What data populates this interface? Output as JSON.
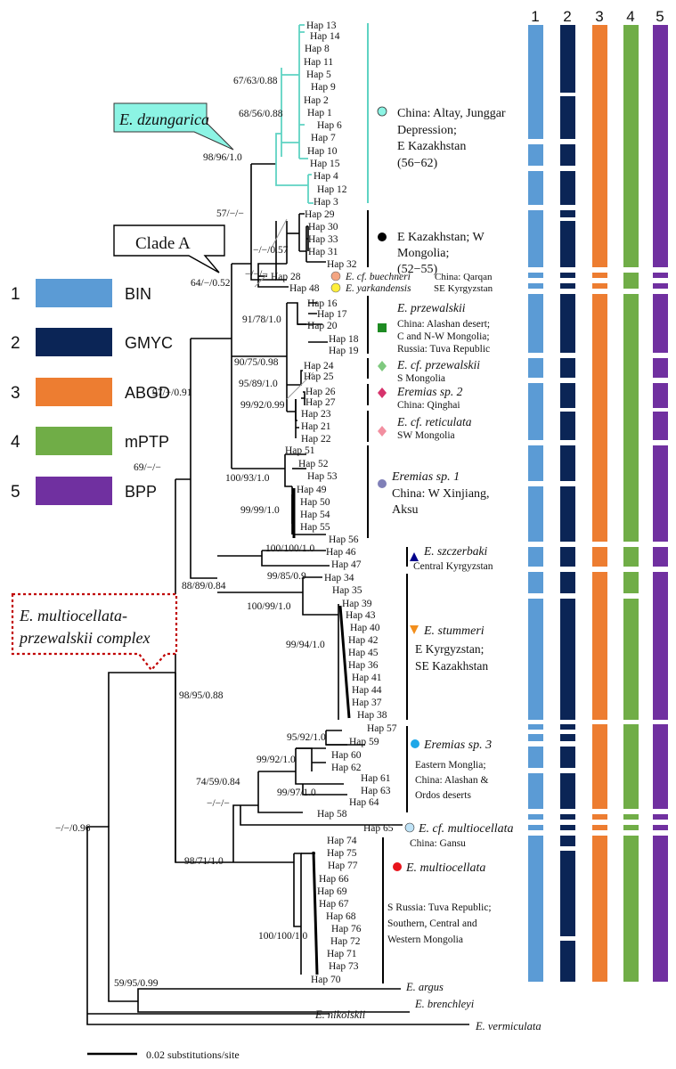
{
  "columns": [
    "1",
    "2",
    "3",
    "4",
    "5"
  ],
  "legend": [
    {
      "num": "1",
      "label": "BIN",
      "color": "#5b9bd5"
    },
    {
      "num": "2",
      "label": "GMYC",
      "color": "#0b2556"
    },
    {
      "num": "3",
      "label": "ABGD",
      "color": "#ed7d31"
    },
    {
      "num": "4",
      "label": "mPTP",
      "color": "#70ad47"
    },
    {
      "num": "5",
      "label": "BPP",
      "color": "#7030a0"
    }
  ],
  "callouts": {
    "dzungarica": "E. dzungarica",
    "cladeA": "Clade A",
    "complex1": "E. multiocellata-",
    "complex2": "przewalskii complex"
  },
  "supports": {
    "s1": "67/63/0.88",
    "s2": "68/56/0.88",
    "s3": "98/96/1.0",
    "s4": "57/−/−",
    "s5": "−/−/0.57",
    "s6": "64/−/0.52",
    "s7": "−/−/−",
    "s8": "91/78/1.0",
    "s9": "90/75/0.98",
    "s10": "95/89/1.0",
    "s11": "99/92/0.99",
    "s12": "97/−/0.91",
    "s13": "69/−/−",
    "s14": "100/93/1.0",
    "s15": "99/99/1.0",
    "s16": "100/100/1.0",
    "s17": "88/89/0.84",
    "s18": "99/85/0.9",
    "s19": "100/99/1.0",
    "s20": "99/94/1.0",
    "s21": "98/95/0.88",
    "s22": "95/92/1.0",
    "s23": "99/92/1.0",
    "s24": "74/59/0.84",
    "s25": "99/97/1.0",
    "s26": "−/−/−",
    "s27": "−/−/0.96",
    "s28": "98/71/1.0",
    "s29": "100/100/1.0",
    "s30": "59/95/0.99"
  },
  "haps": {
    "h13": "Hap 13",
    "h14": "Hap 14",
    "h8": "Hap 8",
    "h11": "Hap 11",
    "h5": "Hap 5",
    "h9": "Hap 9",
    "h2": "Hap 2",
    "h1": "Hap 1",
    "h6": "Hap 6",
    "h7": "Hap 7",
    "h10": "Hap 10",
    "h15": "Hap 15",
    "h4": "Hap 4",
    "h12": "Hap 12",
    "h3": "Hap 3",
    "h29": "Hap 29",
    "h30": "Hap 30",
    "h33": "Hap 33",
    "h31": "Hap 31",
    "h32": "Hap 32",
    "h28": "Hap 28",
    "h48": "Hap 48",
    "h16": "Hap 16",
    "h17": "Hap 17",
    "h20": "Hap 20",
    "h18": "Hap 18",
    "h19": "Hap 19",
    "h24": "Hap 24",
    "h25": "Hap 25",
    "h26": "Hap 26",
    "h27": "Hap 27",
    "h23": "Hap 23",
    "h21": "Hap 21",
    "h22": "Hap 22",
    "h51": "Hap 51",
    "h52": "Hap 52",
    "h53": "Hap 53",
    "h49": "Hap 49",
    "h50": "Hap 50",
    "h54": "Hap 54",
    "h55": "Hap 55",
    "h56": "Hap 56",
    "h46": "Hap 46",
    "h47": "Hap 47",
    "h34": "Hap 34",
    "h35": "Hap 35",
    "h39": "Hap 39",
    "h43": "Hap 43",
    "h40": "Hap 40",
    "h42": "Hap 42",
    "h45": "Hap 45",
    "h36": "Hap 36",
    "h41": "Hap 41",
    "h44": "Hap 44",
    "h37": "Hap 37",
    "h38": "Hap 38",
    "h57": "Hap 57",
    "h59": "Hap 59",
    "h60": "Hap 60",
    "h62": "Hap 62",
    "h61": "Hap 61",
    "h63": "Hap 63",
    "h64": "Hap 64",
    "h58": "Hap 58",
    "h65": "Hap 65",
    "h74": "Hap 74",
    "h75": "Hap 75",
    "h77": "Hap 77",
    "h66": "Hap 66",
    "h69": "Hap 69",
    "h67": "Hap 67",
    "h68": "Hap 68",
    "h76": "Hap 76",
    "h72": "Hap 72",
    "h71": "Hap 71",
    "h73": "Hap 73",
    "h70": "Hap 70"
  },
  "outgroups": {
    "argus": "E. argus",
    "brenchleyi": "E. brenchleyi",
    "nikolskii": "E. nikolskii",
    "vermiculata": "E. vermiculata"
  },
  "clades": {
    "c1_l1": "China: Altay, Junggar",
    "c1_l2": "Depression;",
    "c1_l3": "E Kazakhstan",
    "c1_l4": "(56−62)",
    "c2_l1": "E Kazakhstan; W",
    "c2_l2": "Mongolia;",
    "c2_l3": "(52−55)",
    "c3_name": "E. cf. buechneri",
    "c3_loc": "China: Qarqan",
    "c4_name": "E. yarkandensis",
    "c4_loc": "SE Kyrgyzstan",
    "c5_name": "E. przewalskii",
    "c5_l1": "China: Alashan desert;",
    "c5_l2": "C  and N-W Mongolia;",
    "c5_l3": "Russia: Tuva Republic",
    "c6_name": "E. cf. przewalskii",
    "c6_loc": "S Mongolia",
    "c7_name": "Eremias sp. 2",
    "c7_loc": "China: Qinghai",
    "c8_name": "E. cf. reticulata",
    "c8_loc": "SW Mongolia",
    "c9_name": "Eremias sp. 1",
    "c9_l1": "China: W Xinjiang,",
    "c9_l2": "Aksu",
    "c10_name": "E. szczerbaki",
    "c10_loc": "Central Kyrgyzstan",
    "c11_name": "E. stummeri",
    "c11_l1": "E Kyrgyzstan;",
    "c11_l2": "SE Kazakhstan",
    "c12_name": "Eremias sp. 3",
    "c12_l1": "Eastern Monglia;",
    "c12_l2": "China: Alashan &",
    "c12_l3": "Ordos deserts",
    "c13_name": "E. cf. multiocellata",
    "c13_loc": "China: Gansu",
    "c14_name": "E. multiocellata",
    "c14_l1": "S Russia: Tuva Republic;",
    "c14_l2": "Southern, Central and",
    "c14_l3": "Western Mongolia"
  },
  "scale_label": "0.02 substitutions/site",
  "colors": {
    "dzungarica_branch": "#5fd3c3",
    "dzungarica_fill": "#8cf4e4",
    "callout_dots": "#c00000",
    "bin": "#5b9bd5",
    "gmyc": "#0b2556",
    "abgd": "#ed7d31",
    "mptp": "#70ad47",
    "bpp": "#7030a0"
  }
}
